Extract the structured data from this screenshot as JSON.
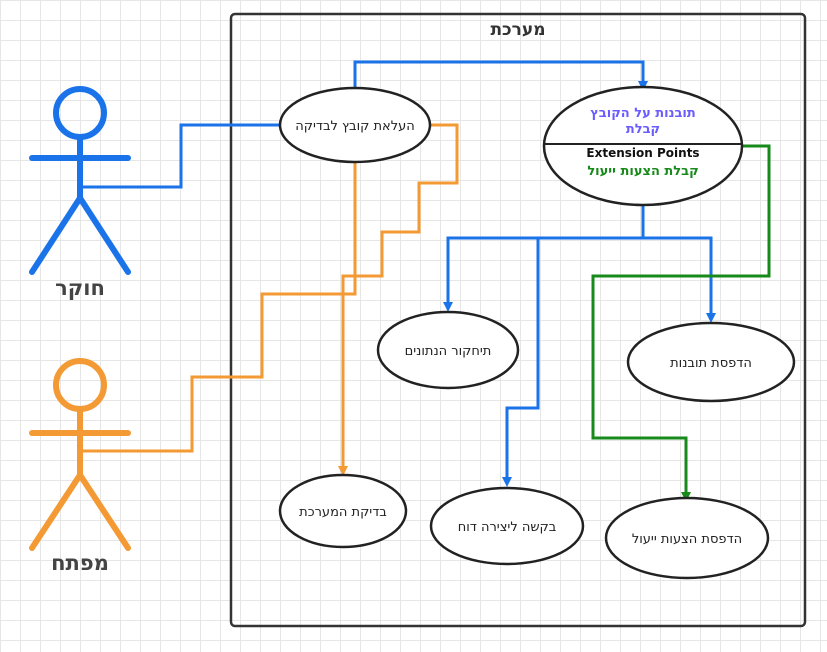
{
  "system": {
    "title": "מערכת"
  },
  "actors": {
    "researcher": {
      "label": "חוקר",
      "color": "#1a73e8"
    },
    "developer": {
      "label": "מפתח",
      "color": "#f39a34"
    }
  },
  "use_cases": {
    "upload_file": "העלאת קובץ לבדיקה",
    "insights_line1": "תובנות על הקובץ",
    "insights_line2": "קבלת",
    "extension_points": "Extension Points",
    "advice_ext": "קבלת הצעות ייעול",
    "data_research": "תיחקור הנתונים",
    "print_insights": "הדפסת תובנות",
    "system_check": "בדיקת המערכת",
    "report_request": "בקשה ליצירה דוח",
    "print_advice": "הדפסת הצעות ייעול"
  },
  "colors": {
    "blue": "#1a73e8",
    "orange": "#f39a34",
    "green": "#188a1b",
    "purple": "#6b5cff",
    "border": "#333333"
  }
}
